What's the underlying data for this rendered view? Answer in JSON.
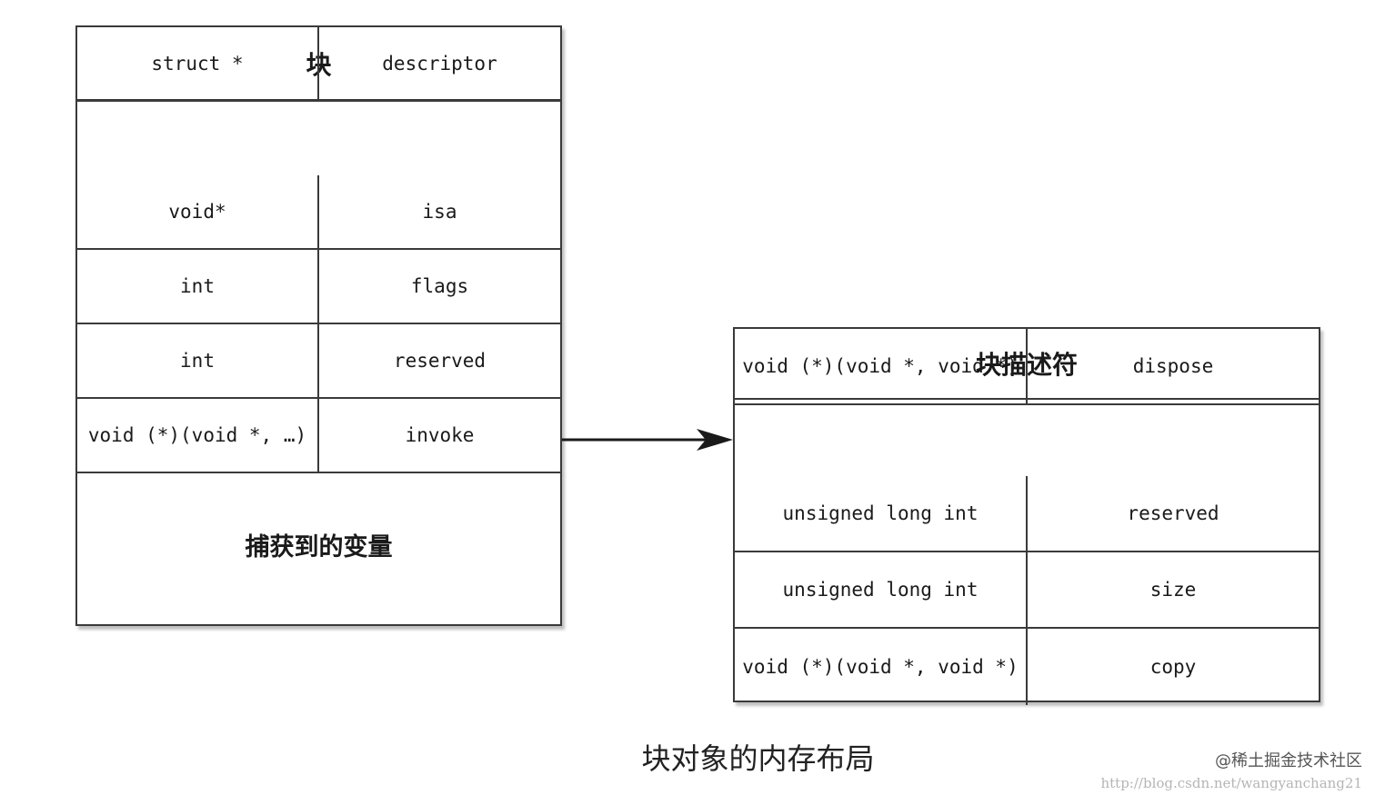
{
  "block": {
    "title": "块",
    "rows": [
      {
        "type": "void*",
        "name": "isa"
      },
      {
        "type": "int",
        "name": "flags"
      },
      {
        "type": "int",
        "name": "reserved"
      },
      {
        "type": "void (*)(void *, …)",
        "name": "invoke"
      },
      {
        "type": "struct *",
        "name": "descriptor"
      }
    ],
    "captured_label": "捕获到的变量"
  },
  "descriptor": {
    "title": "块描述符",
    "rows": [
      {
        "type": "unsigned long int",
        "name": "reserved"
      },
      {
        "type": "unsigned long int",
        "name": "size"
      },
      {
        "type": "void (*)(void *, void *)",
        "name": "copy"
      },
      {
        "type": "void (*)(void *, void *)",
        "name": "dispose"
      }
    ]
  },
  "caption": "块对象的内存布局",
  "watermark": {
    "site": "@稀土掘金技术社区",
    "url": "http://blog.csdn.net/wangyanchang21"
  }
}
